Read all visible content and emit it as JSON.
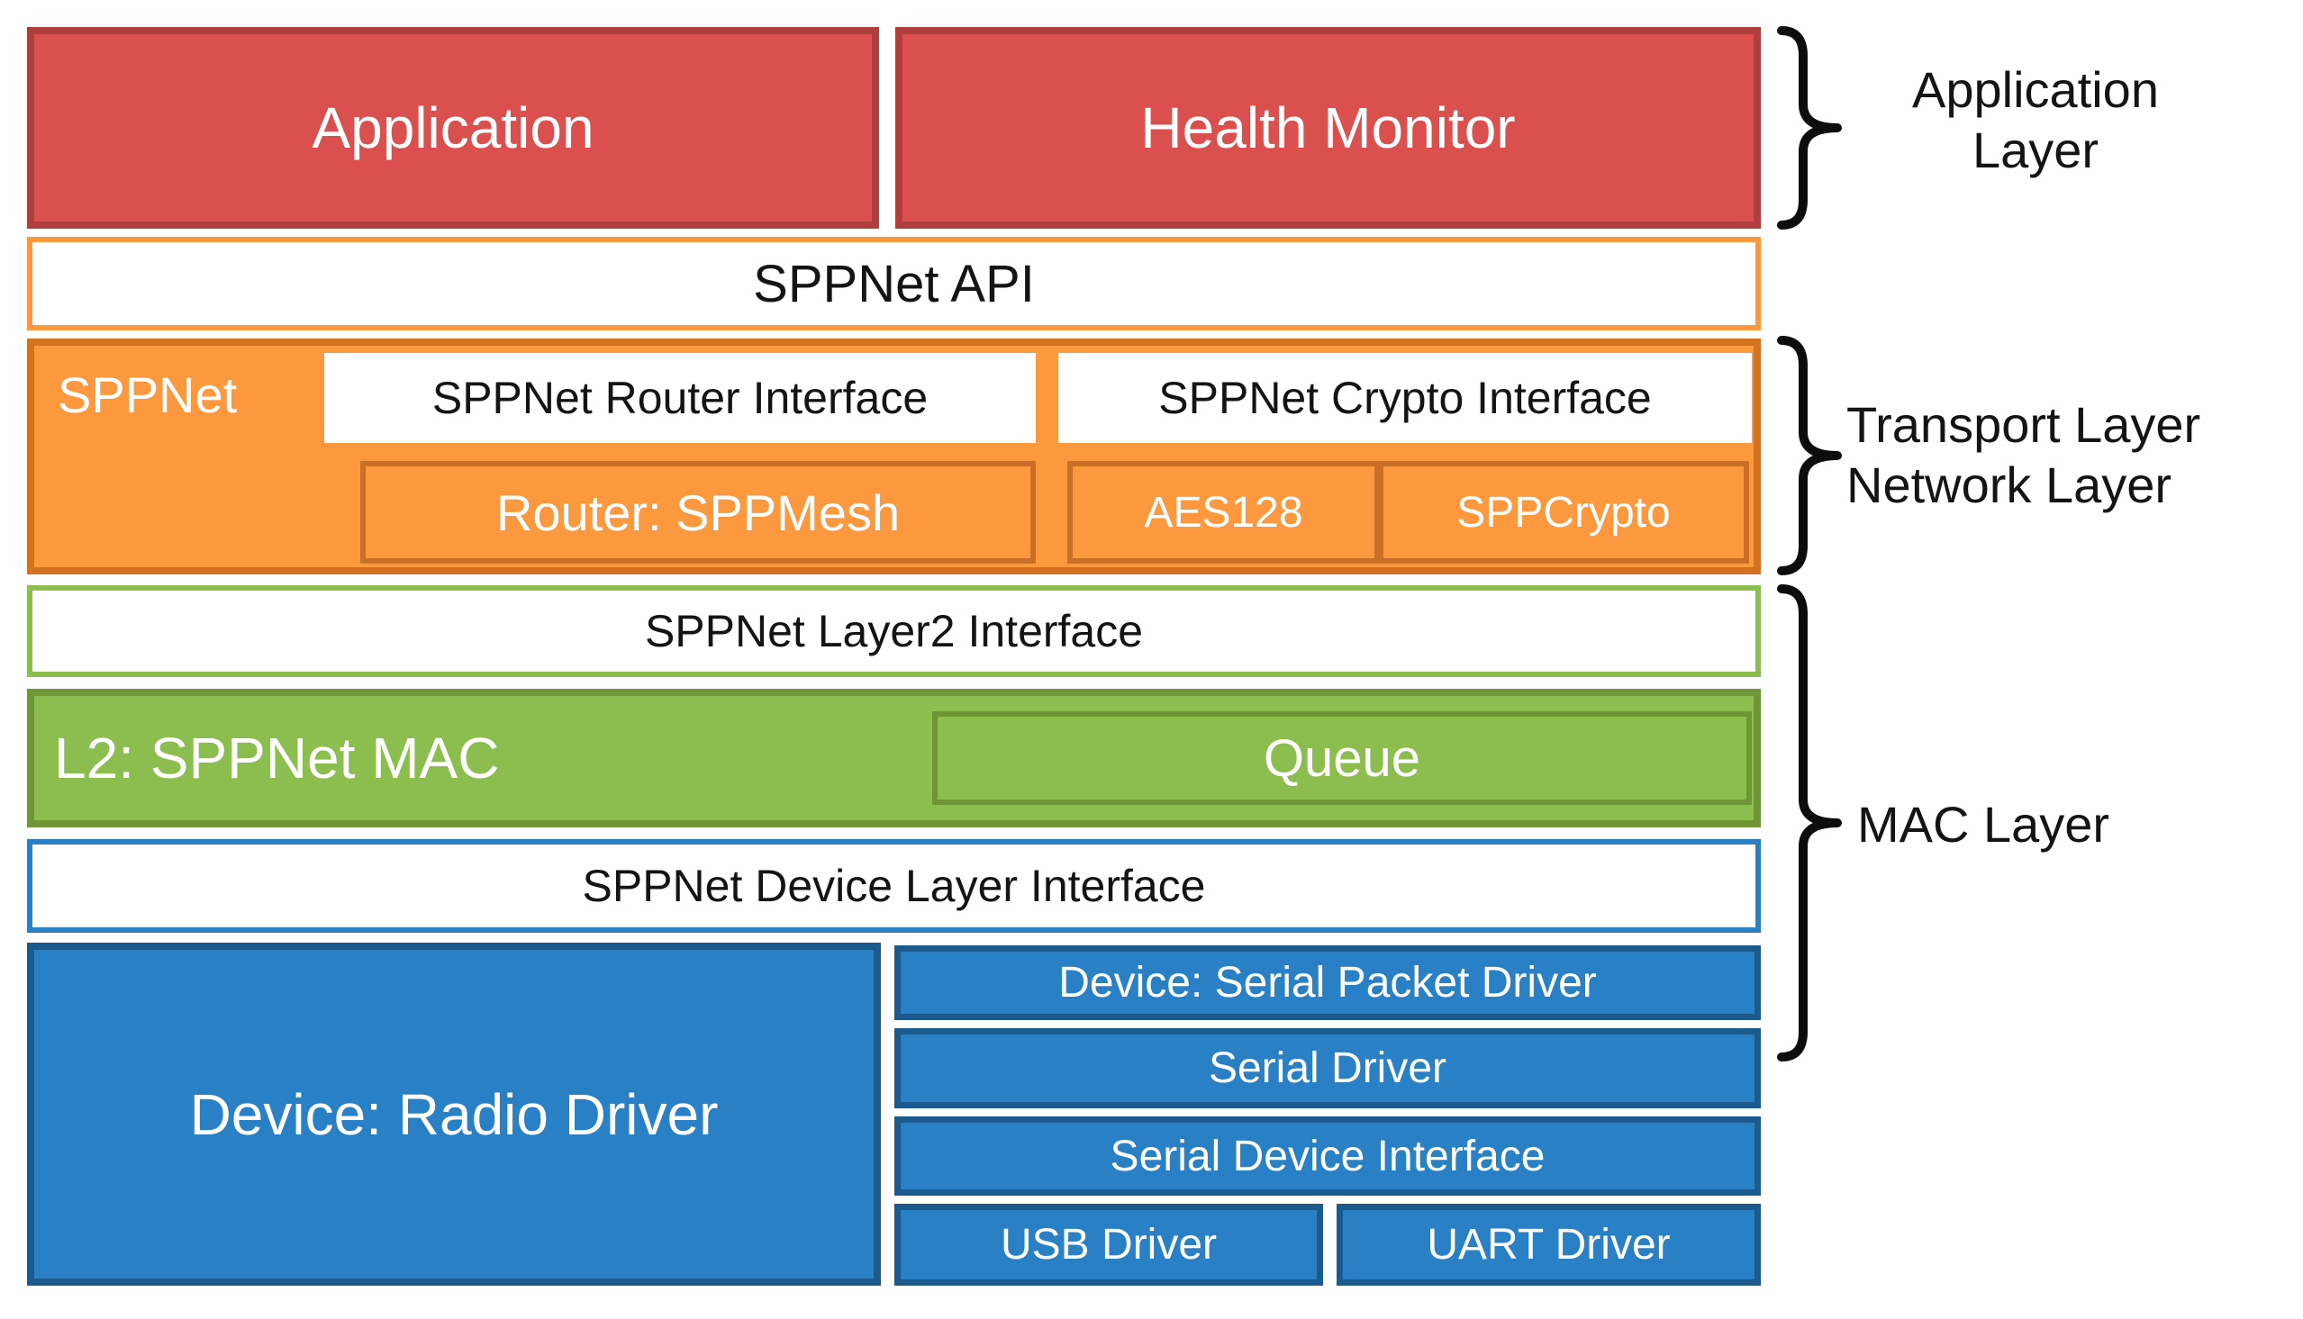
{
  "colors": {
    "red": "#D9504E",
    "red_border": "#AE3F3D",
    "orange": "#FC993E",
    "orange_border": "#D4731F",
    "orange_inner": "#C96F26",
    "green": "#8CBE4F",
    "green_border": "#6F9636",
    "blue": "#2980C4",
    "blue_border": "#1A5A8C",
    "ink": "#141414",
    "brace": "#0d0d0d"
  },
  "app_layer": {
    "application": "Application",
    "health_monitor": "Health Monitor"
  },
  "api_bar": {
    "label": "SPPNet API"
  },
  "sppnet": {
    "label": "SPPNet",
    "router_interface": "SPPNet Router Interface",
    "crypto_interface": "SPPNet Crypto Interface",
    "router": "Router: SPPMesh",
    "aes": "AES128",
    "crypto": "SPPCrypto"
  },
  "layer2_bar": {
    "label": "SPPNet Layer2 Interface"
  },
  "mac": {
    "label": "L2: SPPNet MAC",
    "queue": "Queue"
  },
  "device_bar": {
    "label": "SPPNet Device Layer Interface"
  },
  "device": {
    "radio": "Device: Radio Driver",
    "serial_packet": "Device: Serial Packet Driver",
    "serial": "Serial Driver",
    "serial_interface": "Serial Device Interface",
    "usb": "USB Driver",
    "uart": "UART Driver"
  },
  "side_labels": {
    "application_layer": [
      "Application",
      "Layer"
    ],
    "transport_network": [
      "Transport Layer",
      "Network Layer"
    ],
    "mac_layer": "MAC Layer"
  }
}
